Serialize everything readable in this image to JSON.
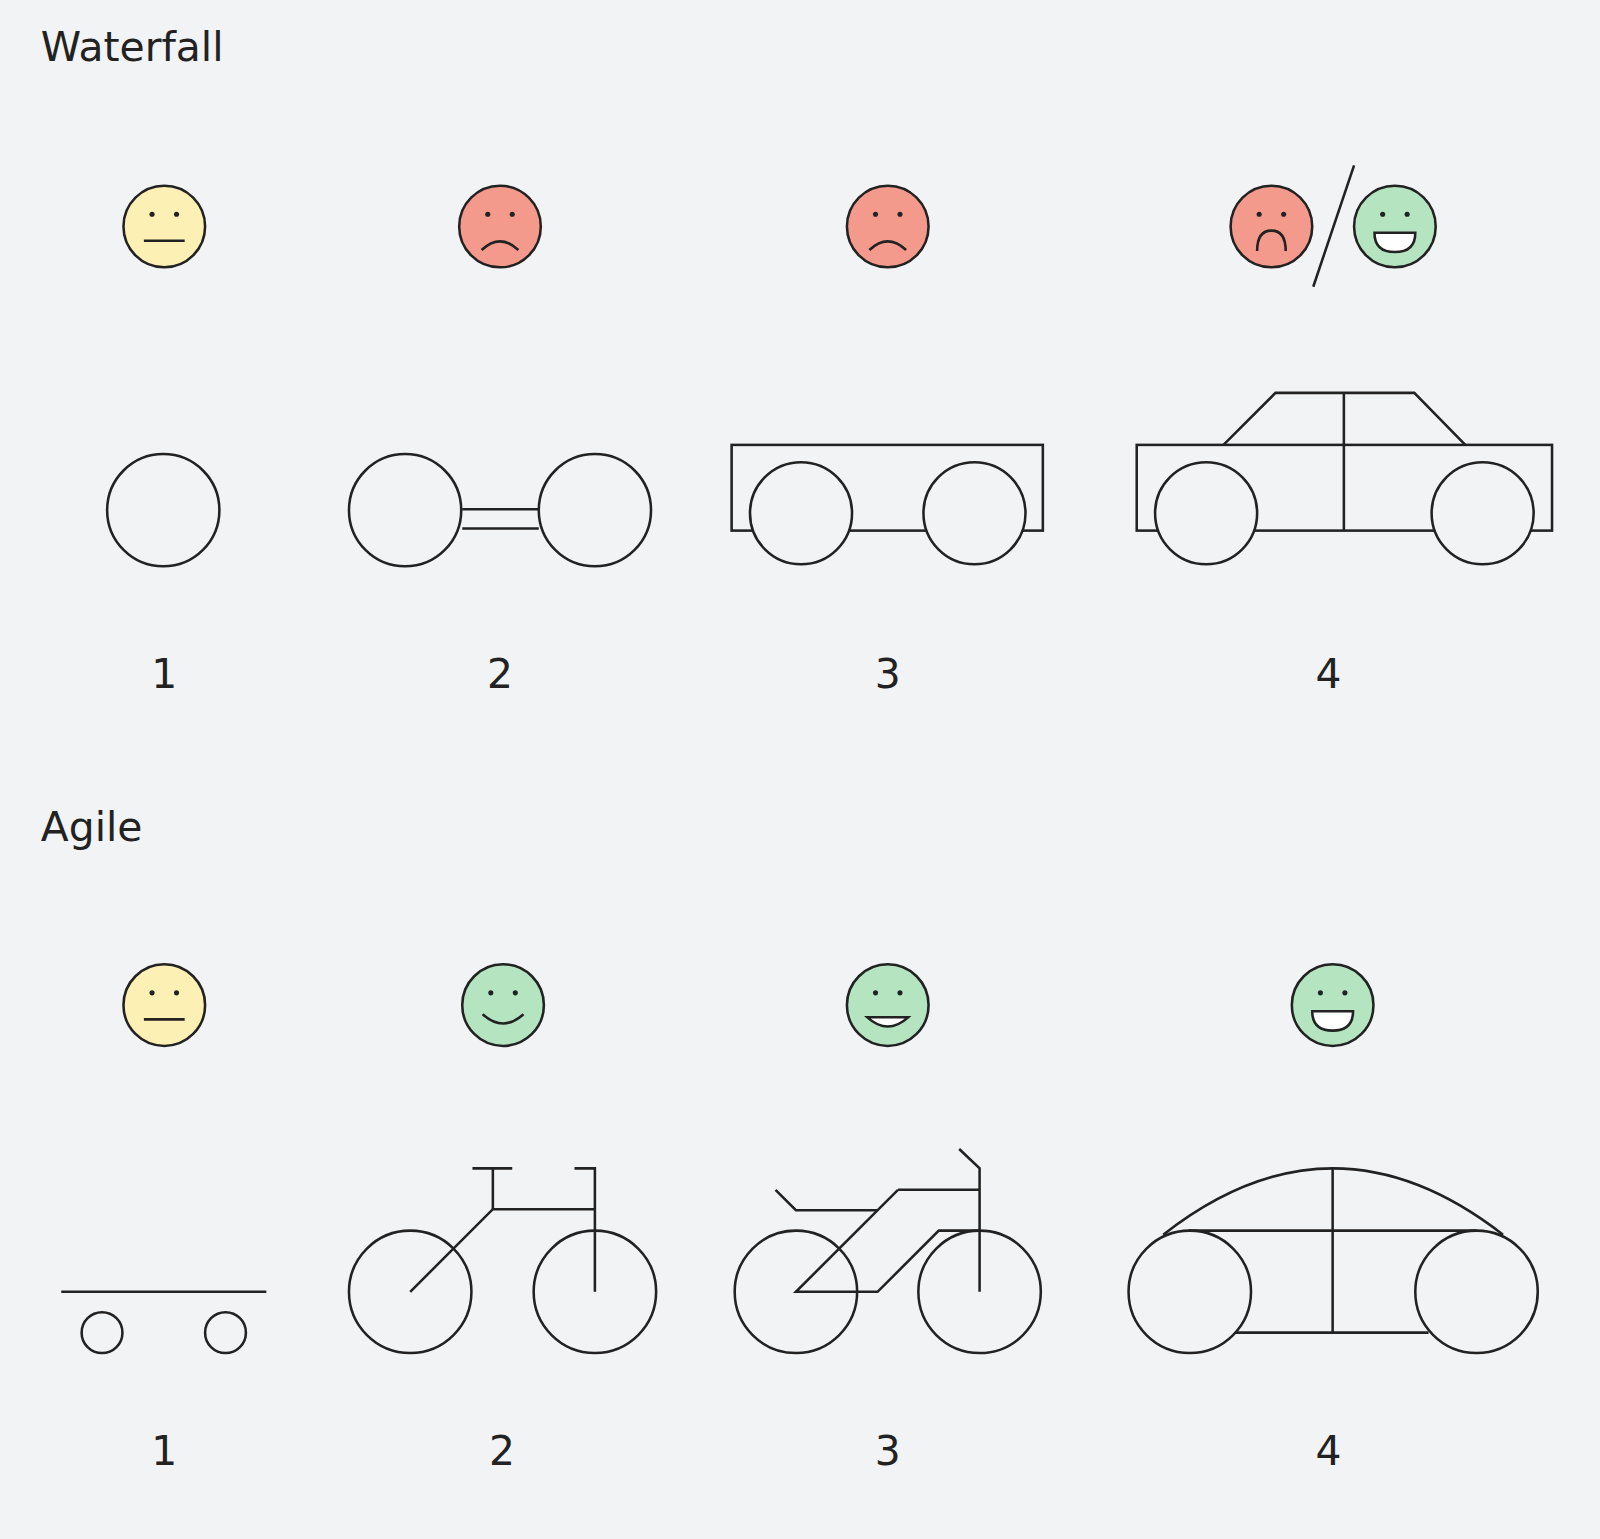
{
  "diagram": {
    "labels": [
      "Waterfall",
      "1",
      "2",
      "3",
      "4",
      "Agile",
      "1",
      "2",
      "3",
      "4"
    ]
  }
}
